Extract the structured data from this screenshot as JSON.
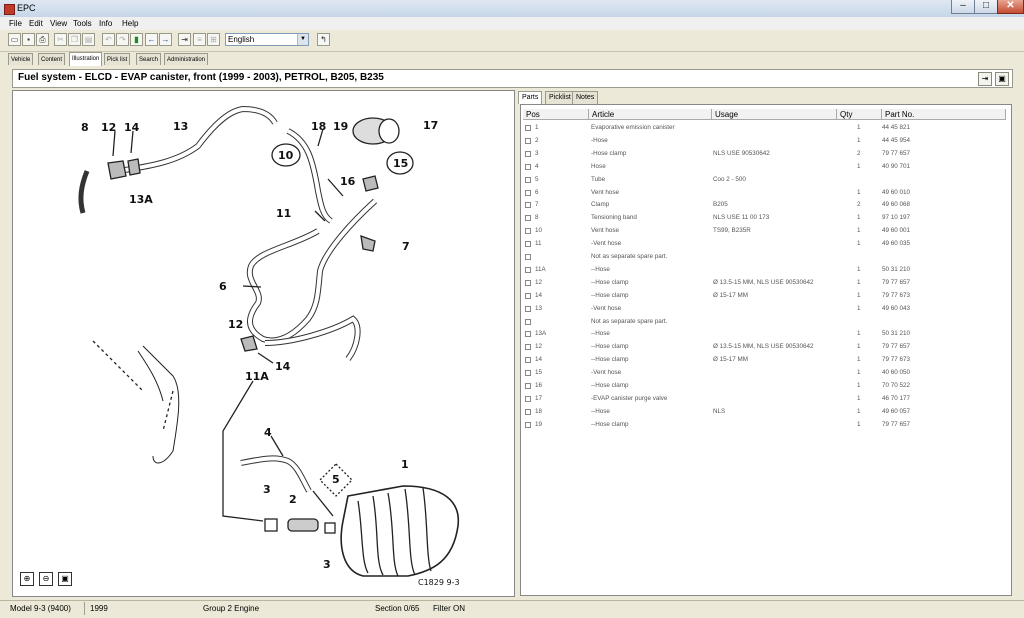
{
  "window": {
    "title": "EPC",
    "minimize": "–",
    "maximize": "□",
    "close": "✕"
  },
  "menu": [
    "File",
    "Edit",
    "View",
    "Tools",
    "Info",
    "Help"
  ],
  "toolbar": {
    "language": "English"
  },
  "tabs": [
    "Vehicle",
    "Content",
    "Illustration",
    "Pick list",
    "Search",
    "Administration"
  ],
  "header": {
    "title": "Fuel system - ELCD - EVAP canister, front   (1999 - 2003), PETROL, B205, B235"
  },
  "diagram": {
    "callouts": [
      "8",
      "12",
      "14",
      "13",
      "18",
      "19",
      "17",
      "10",
      "15",
      "16",
      "13A",
      "11",
      "7",
      "6",
      "12",
      "14",
      "11A",
      "4",
      "1",
      "5",
      "3",
      "2",
      "3"
    ],
    "code": "C1829 9-3"
  },
  "parts_tabs": [
    "Parts",
    "Picklist",
    "Notes"
  ],
  "columns": [
    "Pos",
    "Article",
    "Usage",
    "Qty",
    "Part No."
  ],
  "rows": [
    {
      "pos": "1",
      "article": "Evaporative emission canister",
      "usage": "",
      "qty": "1",
      "part": "44 45 821"
    },
    {
      "pos": "2",
      "article": "-Hose",
      "usage": "",
      "qty": "1",
      "part": "44 45 954"
    },
    {
      "pos": "3",
      "article": "-Hose clamp",
      "usage": "NLS USE 90530642",
      "qty": "2",
      "part": "79 77 657"
    },
    {
      "pos": "4",
      "article": "Hose",
      "usage": "",
      "qty": "1",
      "part": "40 90 701"
    },
    {
      "pos": "5",
      "article": "Tube",
      "usage": "Coo 2 - 500",
      "qty": "",
      "part": ""
    },
    {
      "pos": "6",
      "article": "Vent hose",
      "usage": "",
      "qty": "1",
      "part": "49 60 010"
    },
    {
      "pos": "7",
      "article": "Clamp",
      "usage": "B205",
      "qty": "2",
      "part": "49 60 068"
    },
    {
      "pos": "8",
      "article": "Tensioning band",
      "usage": "NLS USE 11 00 173",
      "qty": "1",
      "part": "97 10 197"
    },
    {
      "pos": "10",
      "article": "Vent hose",
      "usage": "TS99, B235R",
      "qty": "1",
      "part": "49 60 001"
    },
    {
      "pos": "11",
      "article": "-Vent hose",
      "usage": "",
      "qty": "1",
      "part": "49 60 035"
    },
    {
      "pos": "",
      "article": "Not as separate spare part.",
      "usage": "",
      "qty": "",
      "part": ""
    },
    {
      "pos": "11A",
      "article": "--Hose",
      "usage": "",
      "qty": "1",
      "part": "50 31 210"
    },
    {
      "pos": "12",
      "article": "--Hose clamp",
      "usage": "Ø 13.5-15 MM, NLS USE 90530642",
      "qty": "1",
      "part": "79 77 657"
    },
    {
      "pos": "14",
      "article": "--Hose clamp",
      "usage": "Ø 15-17 MM",
      "qty": "1",
      "part": "79 77 673"
    },
    {
      "pos": "13",
      "article": "-Vent hose",
      "usage": "",
      "qty": "1",
      "part": "49 60 043"
    },
    {
      "pos": "",
      "article": "Not as separate spare part.",
      "usage": "",
      "qty": "",
      "part": ""
    },
    {
      "pos": "13A",
      "article": "--Hose",
      "usage": "",
      "qty": "1",
      "part": "50 31 210"
    },
    {
      "pos": "12",
      "article": "--Hose clamp",
      "usage": "Ø 13.5-15 MM, NLS USE 90530642",
      "qty": "1",
      "part": "79 77 657"
    },
    {
      "pos": "14",
      "article": "--Hose clamp",
      "usage": "Ø 15-17 MM",
      "qty": "1",
      "part": "79 77 673"
    },
    {
      "pos": "15",
      "article": "-Vent hose",
      "usage": "",
      "qty": "1",
      "part": "40 60 050"
    },
    {
      "pos": "16",
      "article": "--Hose clamp",
      "usage": "",
      "qty": "1",
      "part": "70 70 522"
    },
    {
      "pos": "17",
      "article": "-EVAP canister purge valve",
      "usage": "",
      "qty": "1",
      "part": "46 70 177"
    },
    {
      "pos": "18",
      "article": "--Hose",
      "usage": "NLS",
      "qty": "1",
      "part": "49 60 057"
    },
    {
      "pos": "19",
      "article": "--Hose clamp",
      "usage": "",
      "qty": "1",
      "part": "79 77 657"
    }
  ],
  "status": {
    "model": "Model  9-3 (9400)",
    "year": "1999",
    "group": "Group   2 Engine",
    "section": "Section   0/65",
    "filter": "Filter   ON"
  }
}
